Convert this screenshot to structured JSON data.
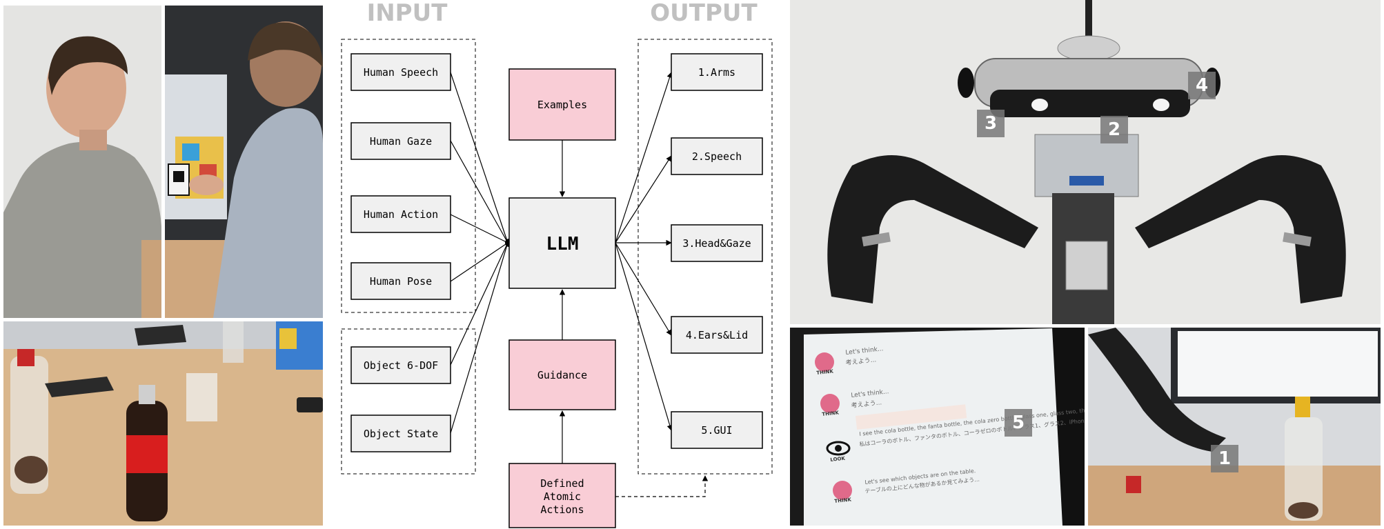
{
  "diagram": {
    "input_heading": "INPUT",
    "output_heading": "OUTPUT",
    "inputs_human": [
      "Human Speech",
      "Human Gaze",
      "Human Action",
      "Human Pose"
    ],
    "inputs_object": [
      "Object 6-DOF",
      "Object State"
    ],
    "center": {
      "examples": "Examples",
      "llm": "LLM",
      "guidance": "Guidance",
      "atomic_line1": "Defined",
      "atomic_line2": "Atomic",
      "atomic_line3": "Actions"
    },
    "outputs": [
      "1.Arms",
      "2.Speech",
      "3.Head&Gaze",
      "4.Ears&Lid",
      "5.GUI"
    ]
  },
  "robot_badges": {
    "b1": "1",
    "b2": "2",
    "b3": "3",
    "b4": "4",
    "b5": "5"
  },
  "gui_screen": {
    "think_label": "THINK",
    "look_label": "LOOK",
    "msg1_en": "Let's think...",
    "msg1_jp": "考えよう...",
    "msg2_en": "Let's think...",
    "msg2_jp": "考えよう...",
    "msg3_en": "I see the cola bottle, the fanta bottle, the cola zero bottle, glass one, glass two, the iPhone, lego box.",
    "msg3_jp": "私はコーラのボトル、ファンタのボトル、コーラゼロのボトル、グラス1、グラス2、iPhone、レゴボックスを見ています。",
    "msg4_en": "Let's see which objects are on the table.",
    "msg4_jp": "テーブルの上にどんな物があるか見てみよう..."
  },
  "colors": {
    "box_fill": "#f0f0f0",
    "pink_fill": "#f9cdd6",
    "heading_gray": "#c0c0c0",
    "line": "#000000"
  }
}
